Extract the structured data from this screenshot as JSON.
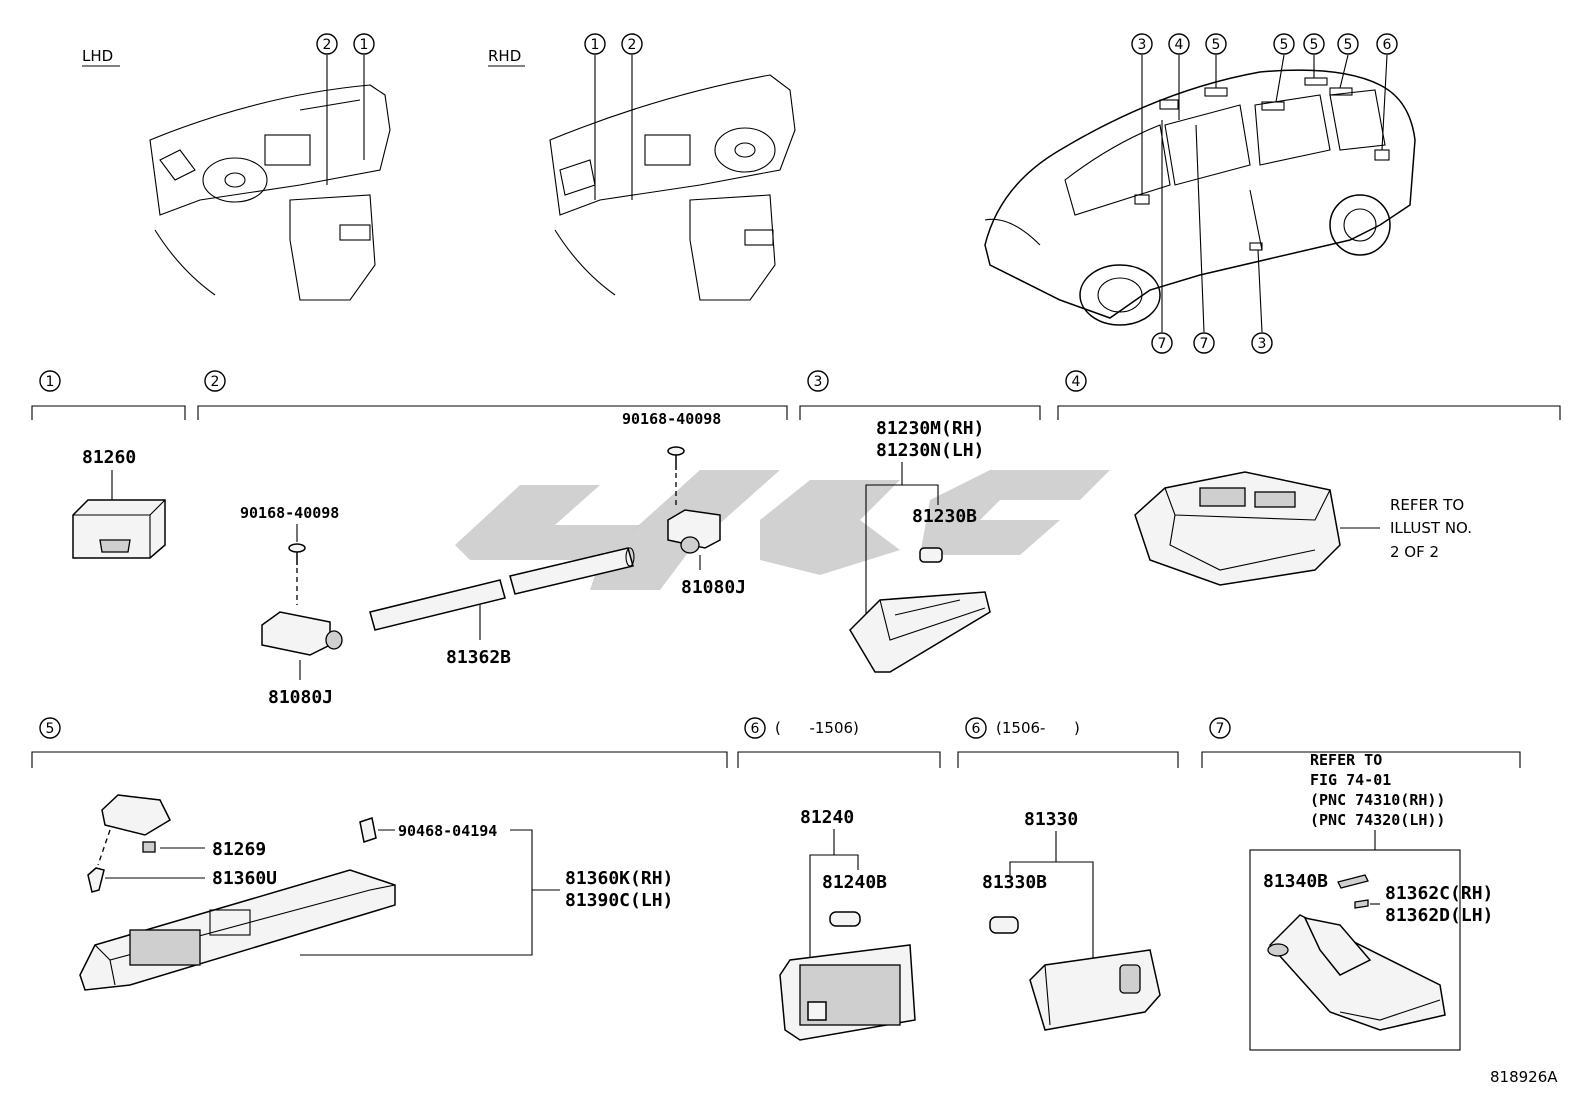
{
  "views": {
    "lhd": "LHD",
    "rhd": "RHD"
  },
  "callouts": {
    "lhd": [
      "2",
      "1"
    ],
    "rhd": [
      "1",
      "2"
    ],
    "car_top": [
      "3",
      "4",
      "5",
      "5",
      "5",
      "5",
      "6"
    ],
    "car_bottom": [
      "7",
      "7",
      "3"
    ]
  },
  "sections": [
    {
      "num": "1",
      "qualifier": ""
    },
    {
      "num": "2",
      "qualifier": ""
    },
    {
      "num": "3",
      "qualifier": ""
    },
    {
      "num": "4",
      "qualifier": ""
    },
    {
      "num": "5",
      "qualifier": ""
    },
    {
      "num": "6",
      "qualifier": "(      -1506)"
    },
    {
      "num": "6",
      "qualifier": "(1506-      )"
    },
    {
      "num": "7",
      "qualifier": ""
    }
  ],
  "parts": {
    "s1": {
      "p81260": "81260"
    },
    "s2": {
      "screw_left": "90168-40098",
      "p81080j_left": "81080J",
      "p81362b": "81362B",
      "screw_right": "90168-40098",
      "p81080j_right": "81080J"
    },
    "s3": {
      "p81230m": "81230M(RH)",
      "p81230n": "81230N(LH)",
      "p81230b": "81230B"
    },
    "s4": {
      "refer_line1": "REFER TO",
      "refer_line2": "ILLUST NO.",
      "refer_line3": "2 OF 2"
    },
    "s5": {
      "p81269": "81269",
      "p81360u": "81360U",
      "p90468": "90468-04194",
      "p81360k": "81360K(RH)",
      "p81390c": "81390C(LH)"
    },
    "s6a": {
      "p81240": "81240",
      "p81240b": "81240B"
    },
    "s6b": {
      "p81330": "81330",
      "p81330b": "81330B"
    },
    "s7": {
      "refer_line1": "REFER TO",
      "refer_line2": "FIG 74-01",
      "pnc_rh": "(PNC 74310(RH))",
      "pnc_lh": "(PNC 74320(LH))",
      "p81340b": "81340B",
      "p81362c": "81362C(RH)",
      "p81362d": "81362D(LH)"
    }
  },
  "illustration_id": "818926A"
}
